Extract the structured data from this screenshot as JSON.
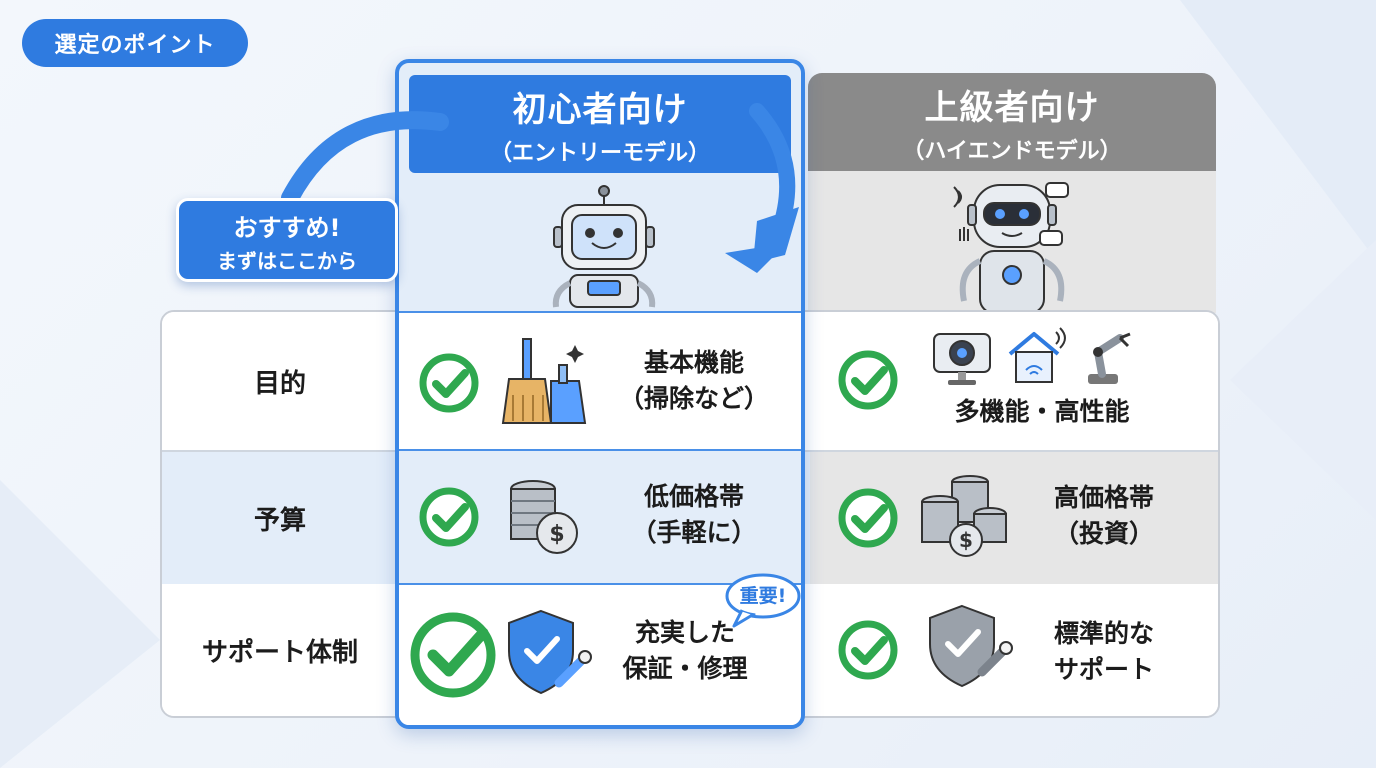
{
  "badge": "選定のポイント",
  "recommend": {
    "line1": "おすすめ!",
    "line2": "まずはここから"
  },
  "beginner": {
    "title": "初心者向け",
    "subtitle": "（エントリーモデル）"
  },
  "advanced": {
    "title": "上級者向け",
    "subtitle": "（ハイエンドモデル）"
  },
  "rows": [
    {
      "label": "目的",
      "beginner": [
        "基本機能",
        "（掃除など）"
      ],
      "advanced": [
        "多機能・高性能"
      ]
    },
    {
      "label": "予算",
      "beginner": [
        "低価格帯",
        "（手軽に）"
      ],
      "advanced": [
        "高価格帯",
        "（投資）"
      ]
    },
    {
      "label": "サポート体制",
      "beginner": [
        "充実した",
        "保証・修理"
      ],
      "advanced": [
        "標準的な",
        "サポート"
      ]
    }
  ],
  "important": "重要!",
  "colors": {
    "accent": "#2f7be0",
    "check": "#2fa84f",
    "advanced_header": "#8a8a8a"
  },
  "icons": [
    "robot-icon",
    "advanced-robot-icon",
    "broom-icon",
    "camera-icon",
    "smart-home-icon",
    "robot-arm-icon",
    "coins-icon",
    "coin-stacks-icon",
    "shield-wrench-icon",
    "check-icon"
  ]
}
